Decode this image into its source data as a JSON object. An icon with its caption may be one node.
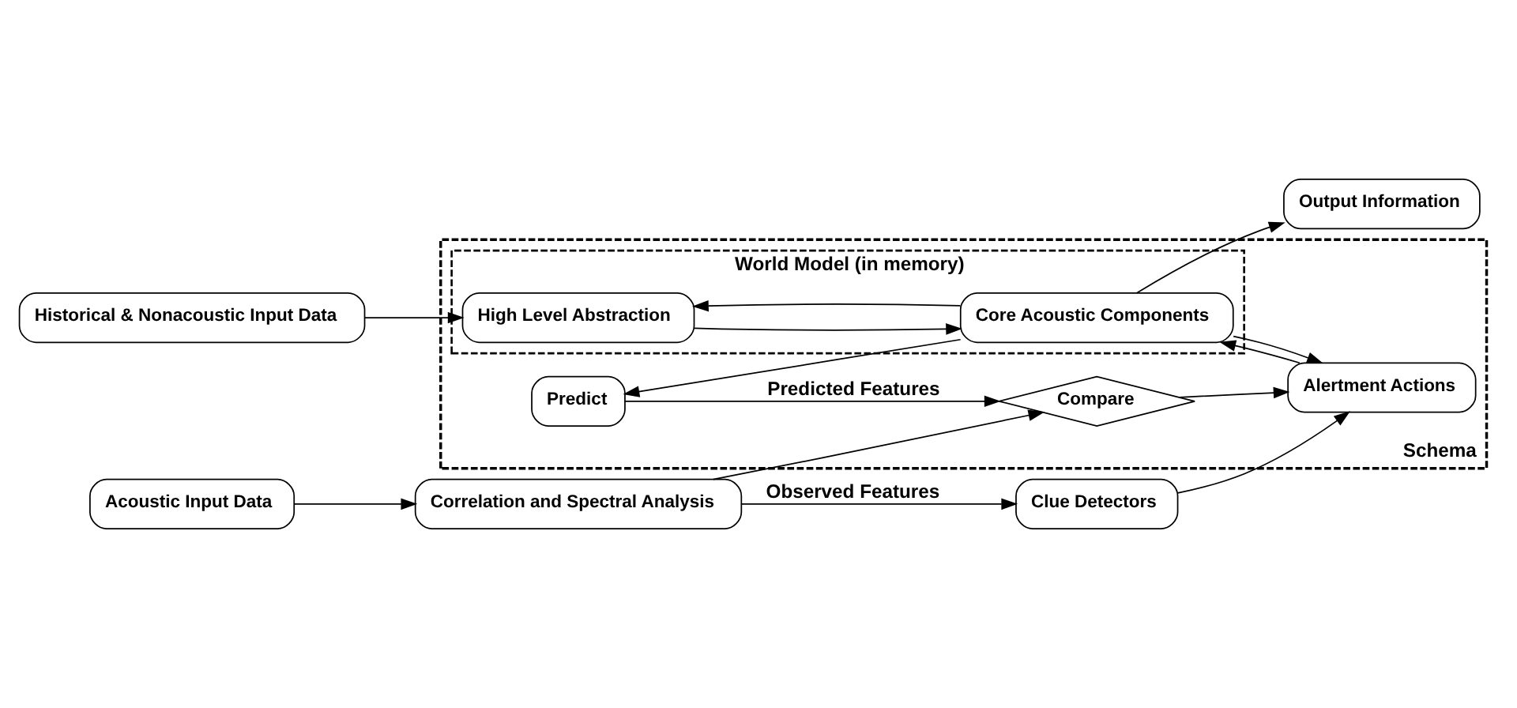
{
  "diagram": {
    "nodes": [
      {
        "text": [
          "Historical & Nonacoustic Input Data"
        ]
      },
      {
        "text": [
          "Clue Detectors"
        ]
      },
      {
        "text": [
          "Correlation and Spectral Analysis"
        ]
      },
      {
        "text": [
          "Acoustic Input Data"
        ]
      },
      {
        "text": [
          "Schema"
        ]
      },
      {
        "text": [
          "Compare"
        ],
        "in": 4
      },
      {
        "text": [
          "Alertment Actions"
        ],
        "in": 4
      },
      {
        "text": [
          "Predict"
        ],
        "in": 4
      },
      {
        "text": [
          "World Model (in memory)"
        ],
        "in": 4
      },
      {
        "text": [
          "High Level Abstraction"
        ],
        "in": 8
      },
      {
        "text": [
          "Core Acoustic Components"
        ],
        "in": 8
      },
      {
        "text": [
          "Output Information"
        ]
      }
    ],
    "edges": [
      {
        "from": 0,
        "to": 9,
        "arrow": "to"
      },
      {
        "from": 1,
        "to": 6,
        "arrow": "to"
      },
      {
        "from": 2,
        "to": 1,
        "arrow": "to",
        "label": "Observed Features"
      },
      {
        "from": 2,
        "to": 5,
        "arrow": "to"
      },
      {
        "from": 3,
        "to": 2,
        "arrow": "to"
      },
      {
        "from": 5,
        "to": 6,
        "arrow": "to"
      },
      {
        "from": 6,
        "to": 10,
        "arrow": "to"
      },
      {
        "from": 10,
        "to": 6,
        "arrow": "to"
      },
      {
        "from": 10,
        "to": 9,
        "arrow": "to"
      },
      {
        "from": 9,
        "to": 10,
        "arrow": "to"
      },
      {
        "from": 10,
        "to": 11,
        "arrow": "to"
      },
      {
        "from": 10,
        "to": 7,
        "arrow": "to"
      },
      {
        "from": 7,
        "to": 5,
        "arrow": "to",
        "label": "Predicted Features"
      }
    ]
  }
}
